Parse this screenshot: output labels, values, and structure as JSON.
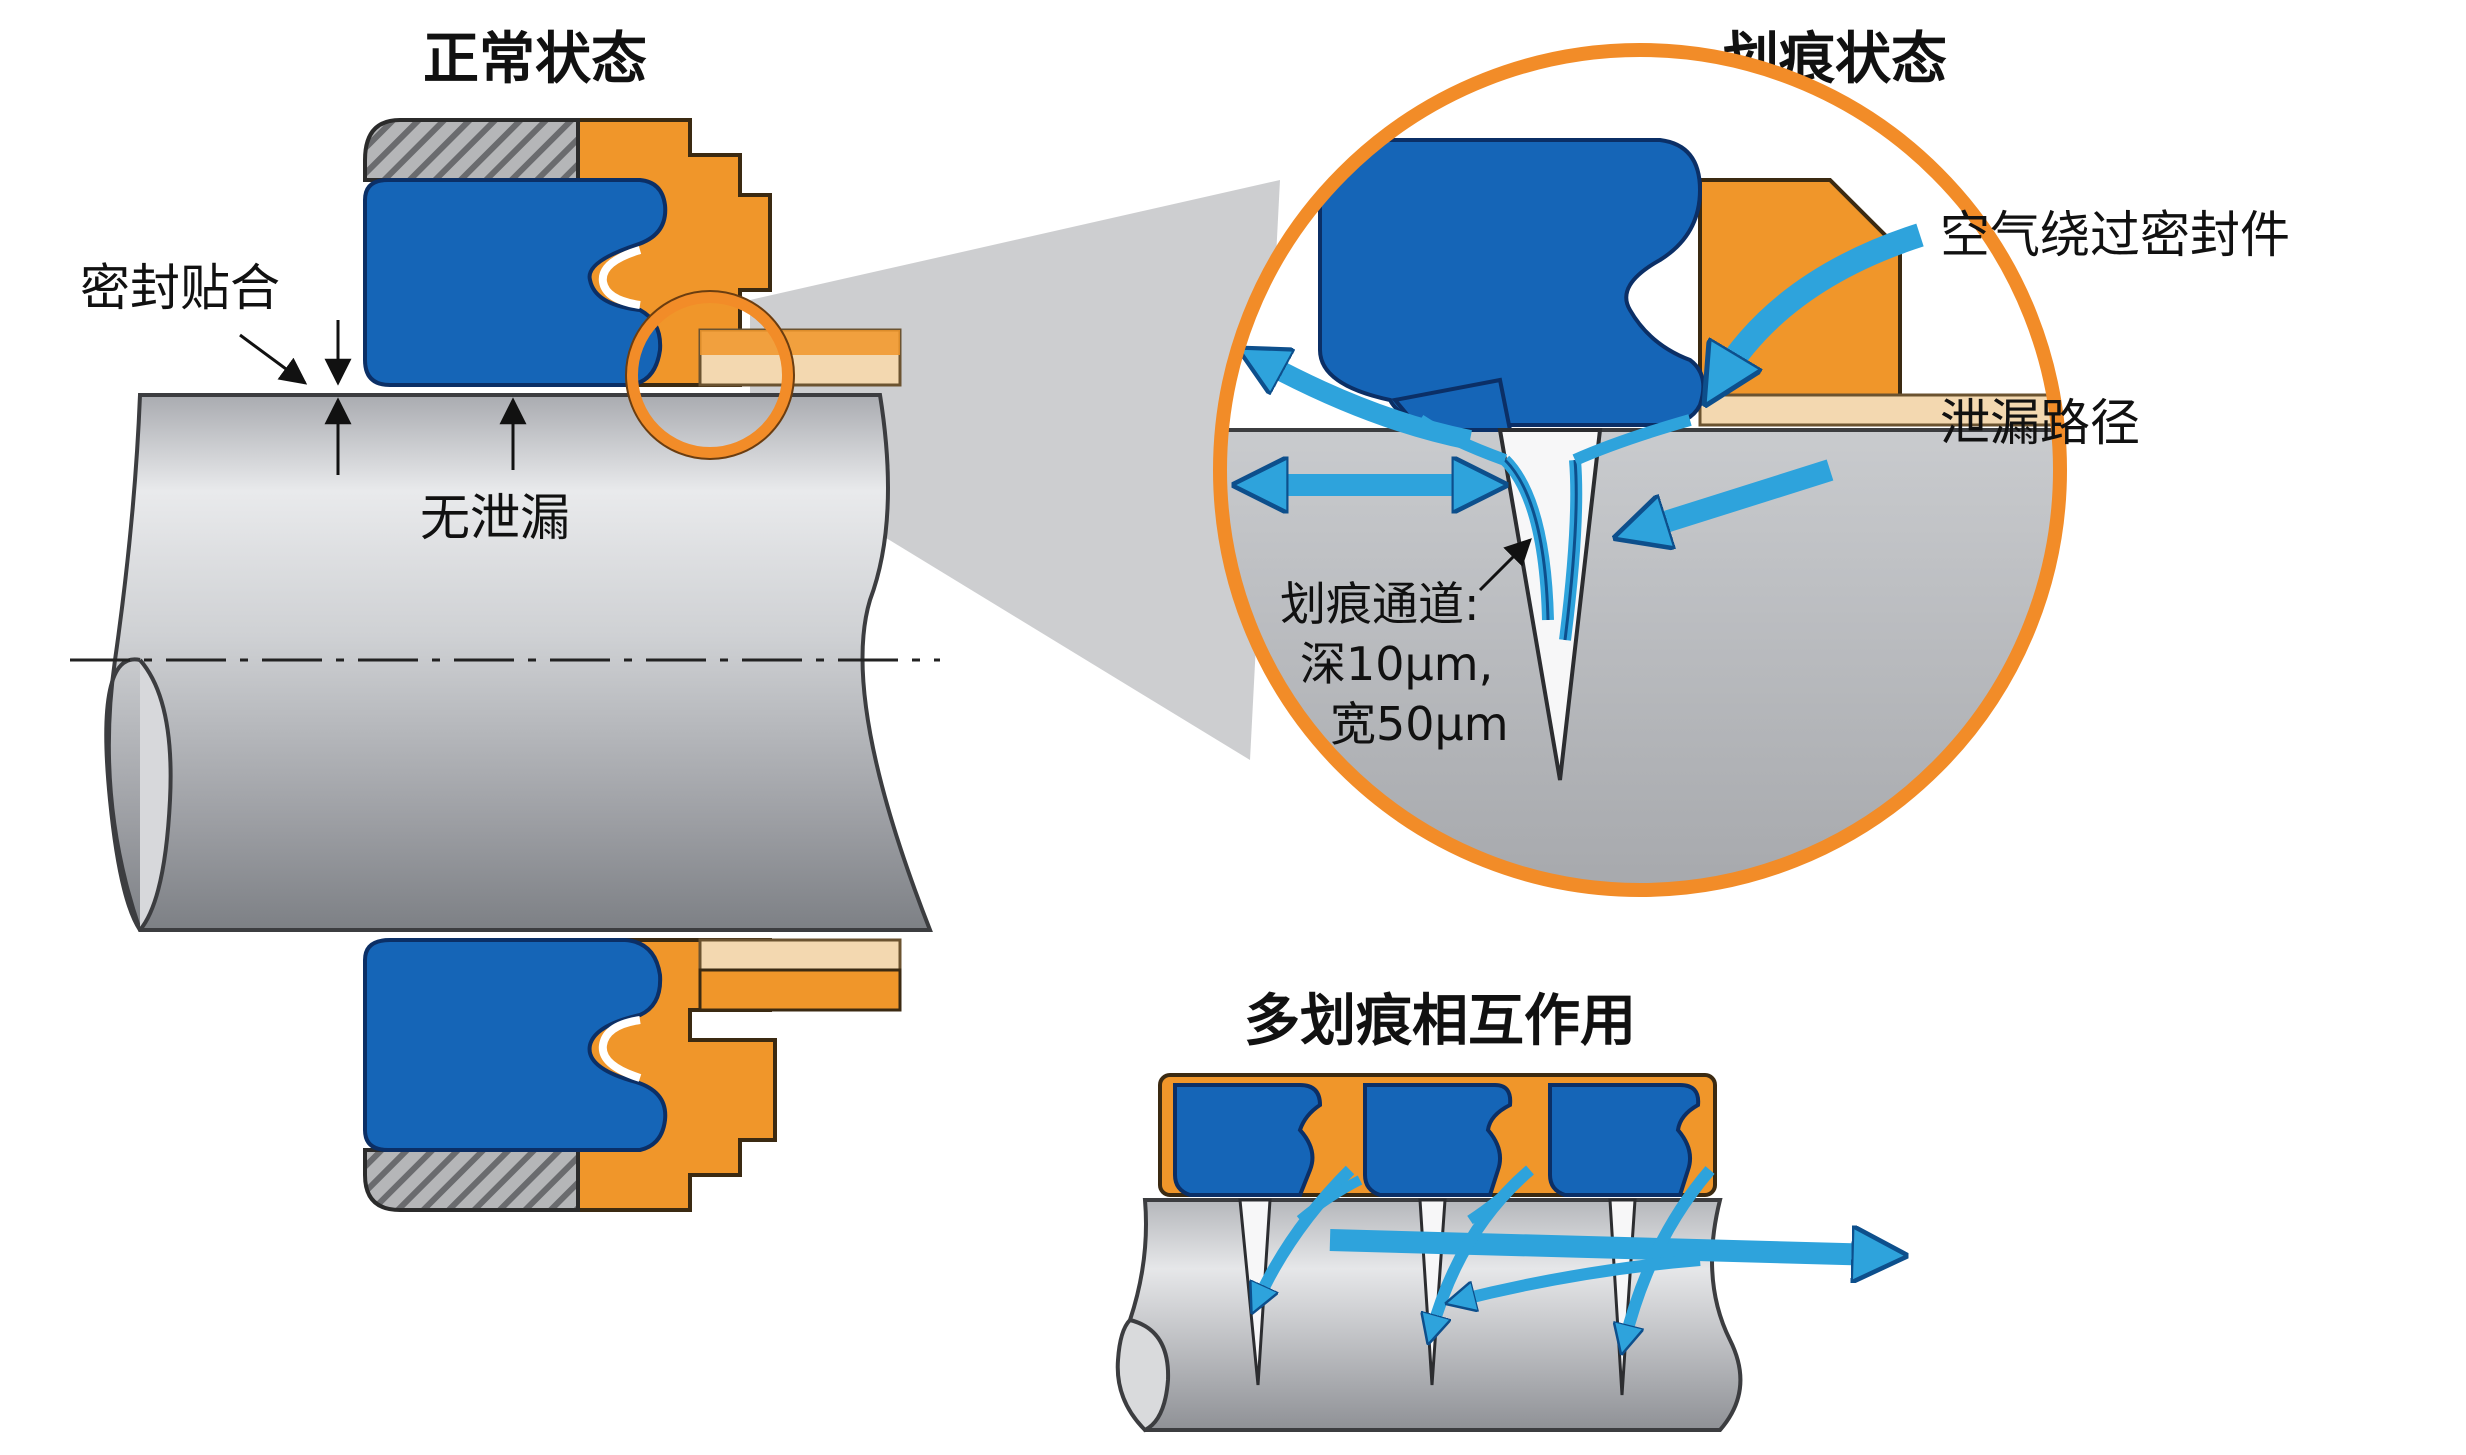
{
  "titles": {
    "normal": "正常状态",
    "scratch": "划痕状态",
    "multi": "多划痕相互作用"
  },
  "labels": {
    "seal_fit": "密封贴合",
    "no_leak": "无泄漏",
    "air_bypass": "空气绕过密封件",
    "leak_path": "泄漏路径",
    "scratch_channel": "划痕通道:",
    "depth": "深10μm,",
    "width": "宽50μm"
  },
  "colors": {
    "seal_blue": "#1565b7",
    "housing_orange": "#f0962a",
    "flow_blue": "#2ea3dc",
    "magnifier_ring": "#f28c28",
    "shaft_gray": "#c4c6ca"
  }
}
